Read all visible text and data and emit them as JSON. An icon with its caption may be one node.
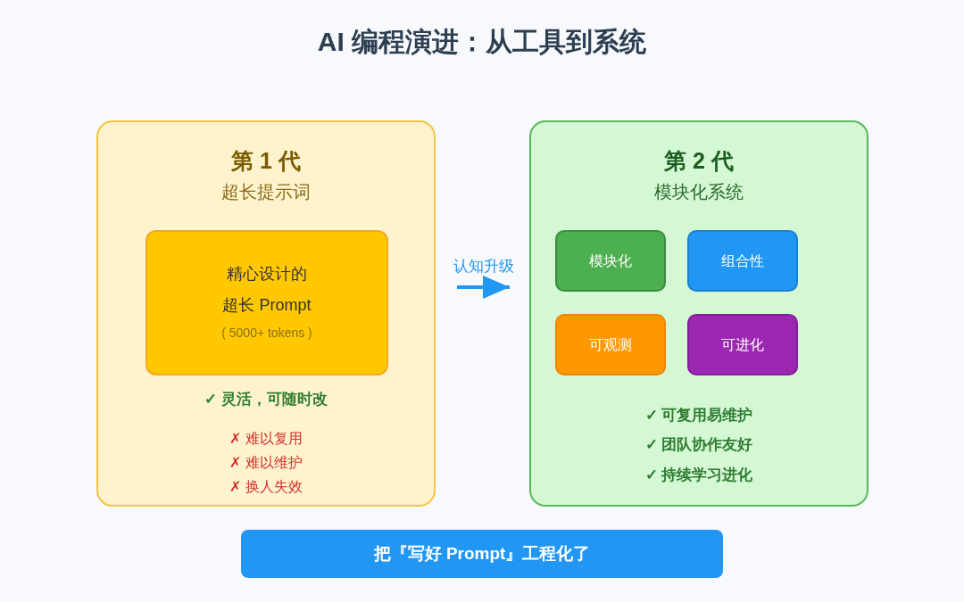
{
  "diagram": {
    "title": "AI 编程演进：从工具到系统",
    "nodes": [
      {
        "text": [
          "第 1 代",
          "超长提示词",
          "✓ 灵活，可随时改",
          "✗ 难以复用",
          "✗ 难以维护",
          "✗ 换人失效"
        ]
      },
      {
        "text": [
          "精心设计的",
          "超长 Prompt",
          "( 5000+ tokens )"
        ],
        "in": 0
      },
      {
        "text": [
          "第 2 代",
          "模块化系统",
          "✓ 可复用易维护",
          "✓ 团队协作友好",
          "✓ 持续学习进化"
        ]
      },
      {
        "text": [
          "模块化"
        ],
        "in": 2
      },
      {
        "text": [
          "组合性"
        ],
        "in": 2
      },
      {
        "text": [
          "可观测"
        ],
        "in": 2
      },
      {
        "text": [
          "可进化"
        ],
        "in": 2
      },
      {
        "text": [
          "把『写好 Prompt』工程化了"
        ]
      }
    ],
    "edges": [
      {
        "from": 0,
        "to": 2,
        "arrow": "to",
        "label": "认知升级"
      }
    ]
  }
}
